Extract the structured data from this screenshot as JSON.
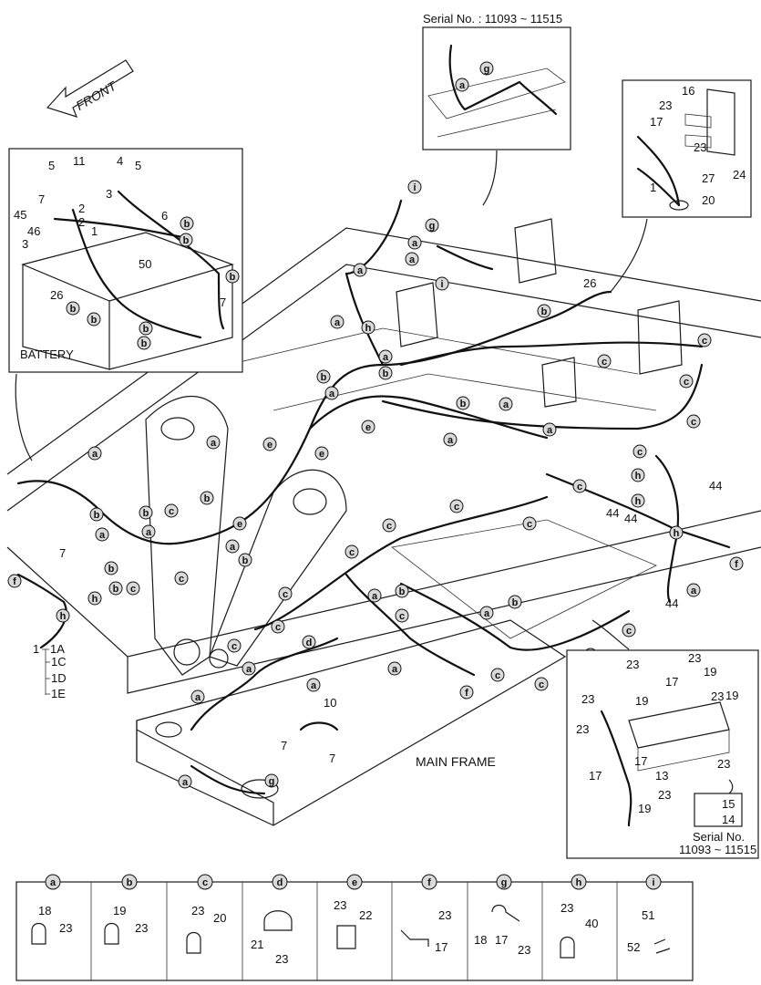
{
  "front_label": "FRONT",
  "battery_label": "BATTERY",
  "main_frame_label": "MAIN FRAME",
  "serial_top": "Serial No. : 11093 ~ 11515",
  "serial_bottom_line1": "Serial No.",
  "serial_bottom_line2": "11093 ~ 11515",
  "harness_labels": {
    "main": "1",
    "a": "1A",
    "c": "1C",
    "d": "1D",
    "e": "1E"
  },
  "battery_numbers": [
    "5",
    "11",
    "4",
    "5",
    "7",
    "3",
    "2",
    "45",
    "2",
    "1",
    "6",
    "46",
    "3",
    "50",
    "26",
    "7"
  ],
  "relay_numbers": [
    "16",
    "23",
    "17",
    "23",
    "1",
    "27",
    "20",
    "24"
  ],
  "fuse_numbers": [
    "23",
    "23",
    "19",
    "23",
    "17",
    "23",
    "19",
    "17",
    "23",
    "13",
    "17",
    "23",
    "19",
    "15",
    "14"
  ],
  "main_frame_numbers": {
    "n26": "26",
    "n44a": "44",
    "n44b": "44",
    "n44c": "44",
    "n7a": "7",
    "n10": "10",
    "n7b": "7",
    "n7c": "7"
  },
  "legend": [
    {
      "letter": "a",
      "parts": [
        "18",
        "23"
      ]
    },
    {
      "letter": "b",
      "parts": [
        "19",
        "23"
      ]
    },
    {
      "letter": "c",
      "parts": [
        "23",
        "20"
      ]
    },
    {
      "letter": "d",
      "parts": [
        "21",
        "23"
      ]
    },
    {
      "letter": "e",
      "parts": [
        "23",
        "22"
      ]
    },
    {
      "letter": "f",
      "parts": [
        "23",
        "17"
      ]
    },
    {
      "letter": "g",
      "parts": [
        "18",
        "17",
        "23"
      ]
    },
    {
      "letter": "h",
      "parts": [
        "23",
        "40"
      ]
    },
    {
      "letter": "i",
      "parts": [
        "51",
        "52"
      ]
    }
  ],
  "callouts": [
    "a",
    "b",
    "c",
    "d",
    "e",
    "f",
    "g",
    "h",
    "i"
  ]
}
